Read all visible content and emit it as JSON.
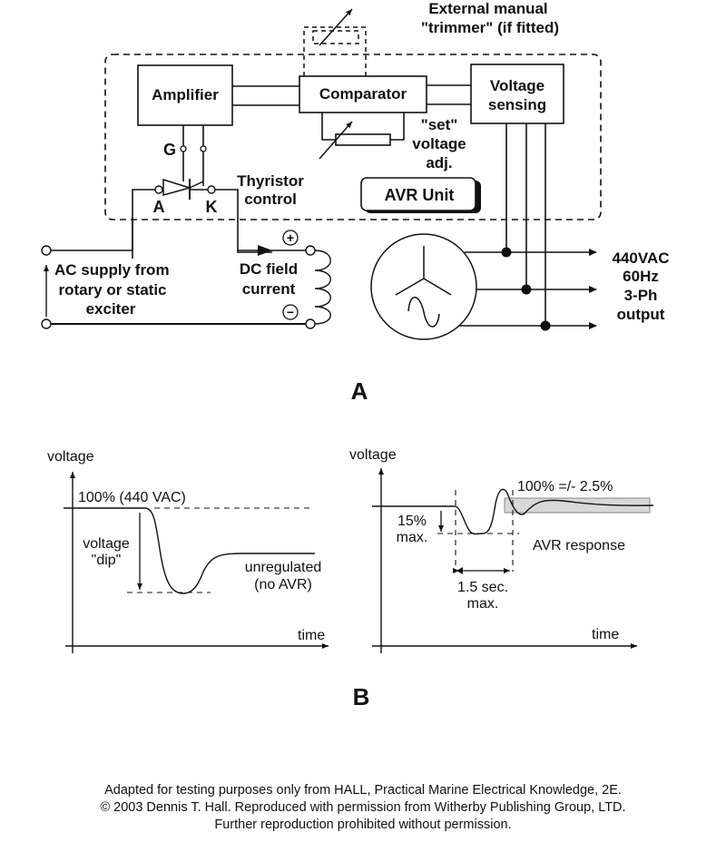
{
  "diagram_a": {
    "caption": "A",
    "trimmer_label": [
      "External manual",
      "\"trimmer\" (if fitted)"
    ],
    "blocks": {
      "amplifier": "Amplifier",
      "comparator": "Comparator",
      "voltage_sensing": [
        "Voltage",
        "sensing"
      ],
      "avr_unit": "AVR Unit"
    },
    "set_voltage_label": [
      "\"set\"",
      "voltage",
      "adj."
    ],
    "thyristor": {
      "label": [
        "Thyristor",
        "control"
      ],
      "gate": "G",
      "anode": "A",
      "cathode": "K"
    },
    "ac_supply_label": [
      "AC supply from",
      "rotary or static",
      "exciter"
    ],
    "dc_field_label": [
      "DC field",
      "current"
    ],
    "plus_symbol": "+",
    "minus_symbol": "−",
    "output_label": [
      "440VAC",
      "60Hz",
      "3-Ph",
      "output"
    ]
  },
  "diagram_b": {
    "caption": "B",
    "left_plot": {
      "ylabel": "voltage",
      "xlabel": "time",
      "reference_label": "100% (440 VAC)",
      "dip_label": [
        "voltage",
        "\"dip\""
      ],
      "curve_label": [
        "unregulated",
        "(no AVR)"
      ]
    },
    "right_plot": {
      "ylabel": "voltage",
      "xlabel": "time",
      "band_label": "100% =/- 2.5%",
      "dip_label": [
        "15%",
        "max."
      ],
      "duration_label": [
        "1.5 sec.",
        "max."
      ],
      "curve_label": "AVR response"
    }
  },
  "footer": {
    "lines": [
      "Adapted for testing purposes only from HALL, Practical Marine Electrical Knowledge, 2E.",
      "© 2003 Dennis T. Hall. Reproduced with permission from Witherby Publishing Group, LTD.",
      "Further reproduction prohibited without permission."
    ]
  }
}
